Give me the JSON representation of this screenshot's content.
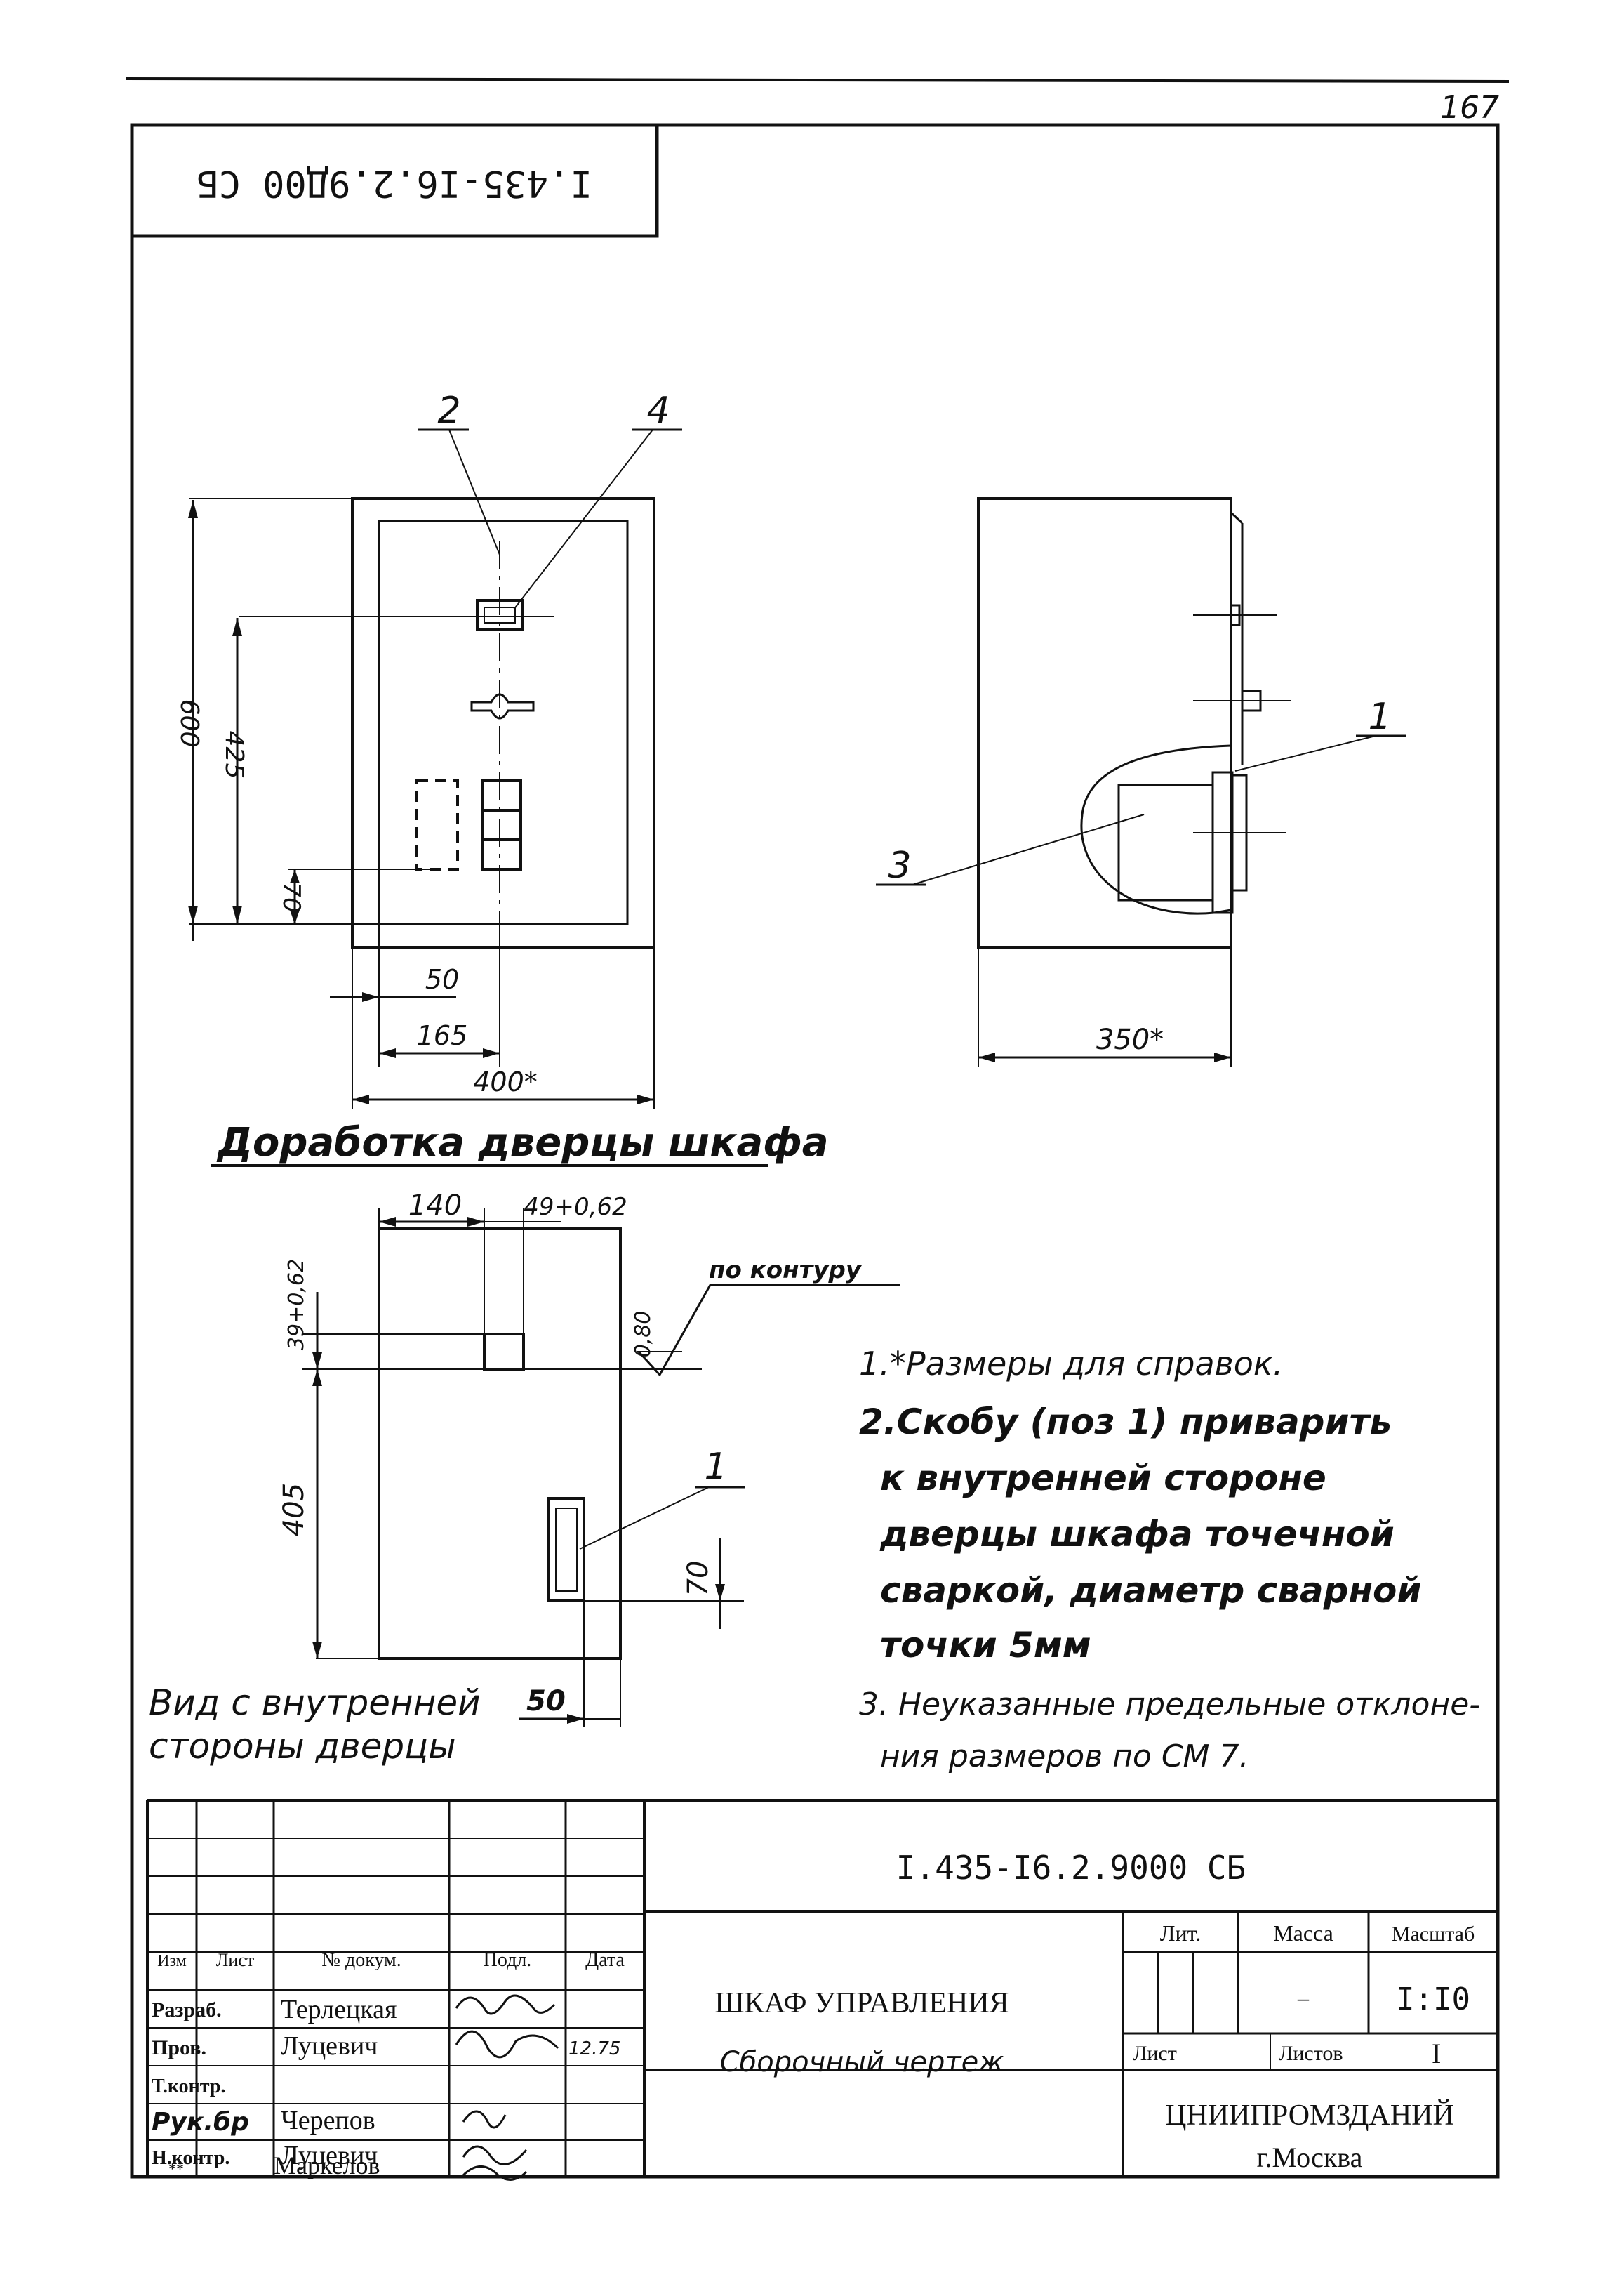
{
  "page_number": "167",
  "rotated_code": "I.435-I6.2.9Д00 СБ",
  "front_view": {
    "leaders": [
      "2",
      "4"
    ],
    "dims": {
      "height_total": "600",
      "height_pos": "425",
      "height_low": "70",
      "width_offset": "50",
      "width_mid": "165",
      "width_total": "400*"
    }
  },
  "side_view": {
    "leaders": [
      "1",
      "3"
    ],
    "dims": {
      "depth": "350*"
    }
  },
  "caption_door": "Доработка дверцы шкафа",
  "inner_view": {
    "dims": {
      "width_left": "140",
      "width_slot": "49+0,62",
      "height_top": "39+0,62",
      "height_main": "405",
      "height_low": "70",
      "width_bottom": "50"
    },
    "roughness": "0,80",
    "contour_label": "по контуру",
    "leader": "1",
    "caption_line1": "Вид с внутренней",
    "caption_line2": "стороны дверцы"
  },
  "notes": [
    "1.*Размеры для справок.",
    "2.Скобу (поз 1) приварить",
    "к внутренней стороне",
    "дверцы шкафа точечной",
    "сваркой, диаметр сварной",
    "точки 5мм",
    "3. Неуказанные предельные отклоне-",
    "ния размеров по СМ 7."
  ],
  "title_block": {
    "code": "I.435-I6.2.9000 СБ",
    "headers": {
      "izm": "Изм",
      "list": "Лист",
      "doc": "№ докум.",
      "sign": "Подл.",
      "date": "Дата"
    },
    "roles": [
      {
        "role": "Разраб.",
        "name": "Терлецкая"
      },
      {
        "role": "Пров.",
        "name": "Луцевич"
      },
      {
        "role": "Т.контр.",
        "name": ""
      },
      {
        "role": "Рук.бр",
        "name": "Черепов"
      },
      {
        "role": "Н.контр.",
        "name": "Луцевич"
      },
      {
        "role": "**",
        "name": "Маркелов"
      }
    ],
    "date_value": "12.75",
    "title": "ШКАФ УПРАВЛЕНИЯ",
    "subtitle": "Сборочный чертеж",
    "lit_label": "Лит.",
    "mass_label": "Масса",
    "scale_label": "Масштаб",
    "mass_value": "–",
    "scale_value": "I:I0",
    "sheet_label": "Лист",
    "sheets_label": "Листов",
    "sheets_value": "I",
    "org": "ЦНИИПРОМЗДАНИЙ",
    "city": "г.Москва"
  }
}
